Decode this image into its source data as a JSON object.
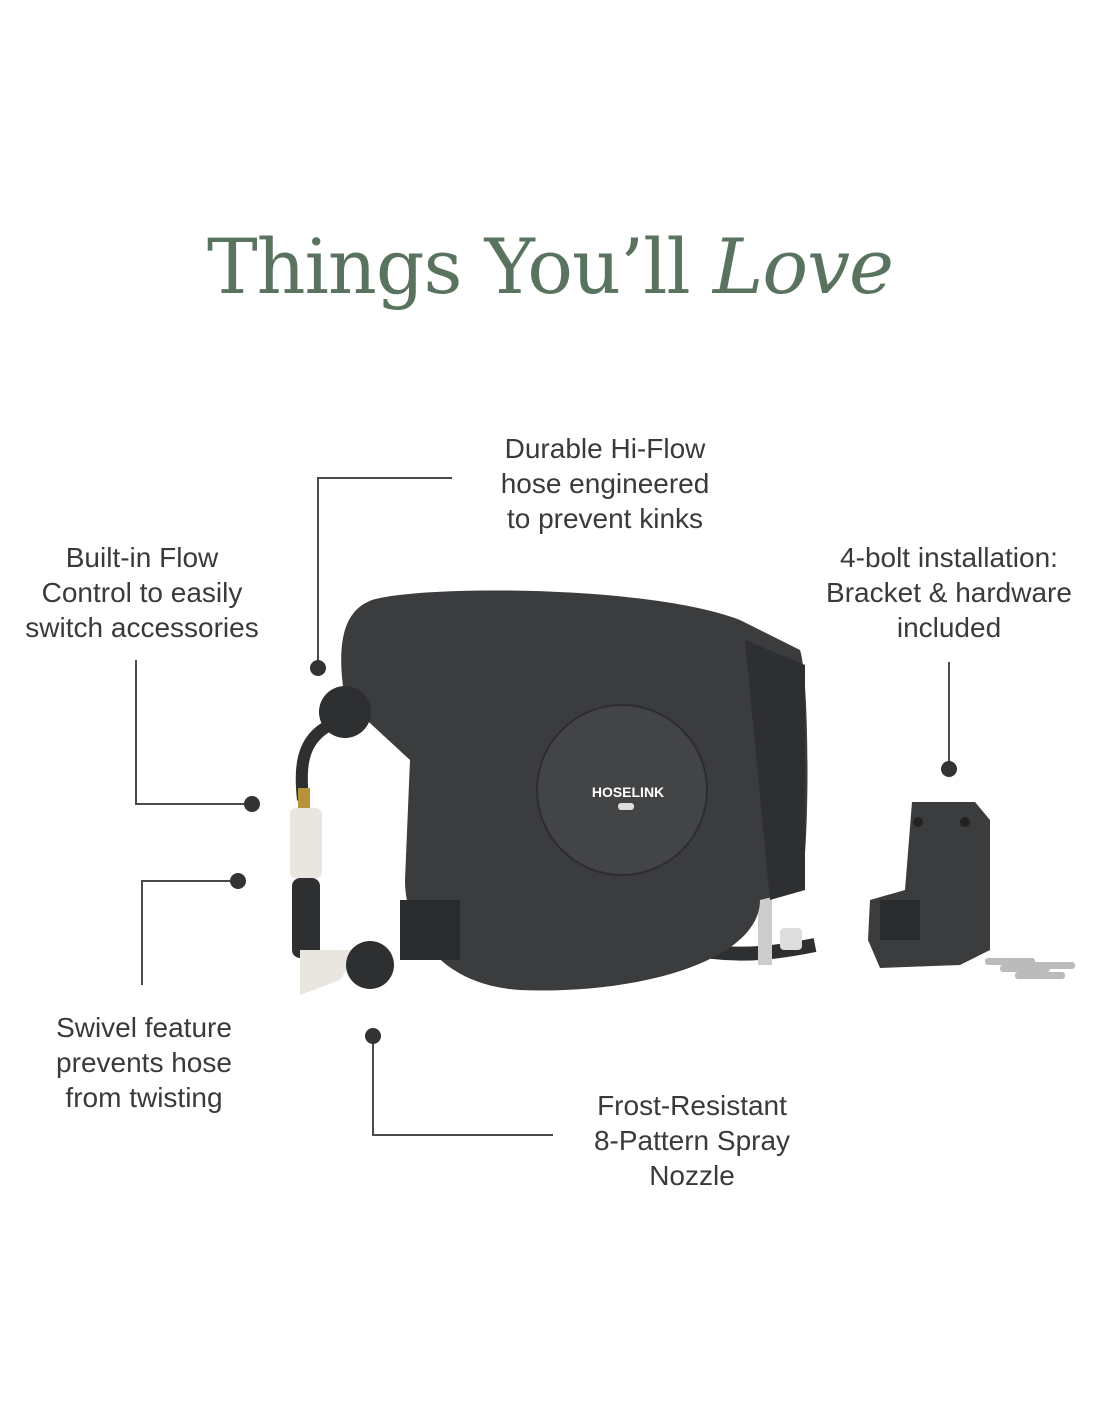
{
  "title": {
    "main": "Things You’ll",
    "emphasis": "Love"
  },
  "callouts": {
    "hose": [
      "Durable Hi-Flow",
      "hose engineered",
      "to prevent kinks"
    ],
    "flow_control": [
      "Built-in Flow",
      "Control to easily",
      "switch accessories"
    ],
    "installation": [
      "4-bolt installation:",
      "Bracket & hardware",
      "included"
    ],
    "swivel": [
      "Swivel feature",
      "prevents hose",
      "from twisting"
    ],
    "nozzle": [
      "Frost-Resistant",
      "8-Pattern Spray",
      "Nozzle"
    ]
  },
  "product": {
    "brand_logo": "HOSELINK"
  },
  "colors": {
    "title": "#5a735e",
    "text": "#3a3a3a",
    "reel": "#3b3c3e",
    "line": "#4a4a4a"
  }
}
